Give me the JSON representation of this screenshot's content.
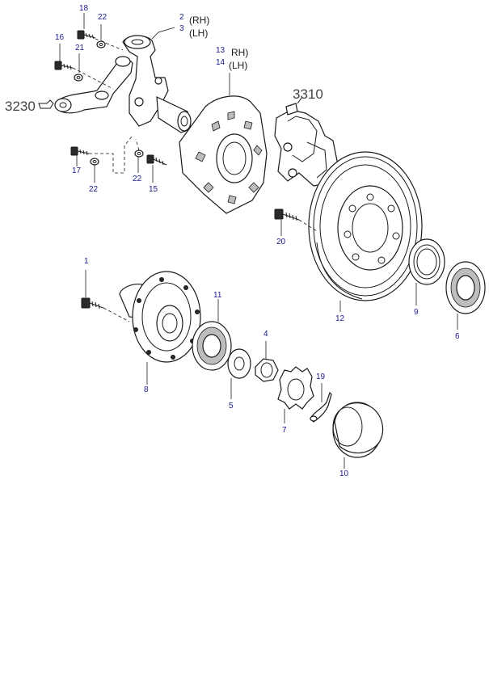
{
  "diagram": {
    "callouts": {
      "c1": "1",
      "c2": "2",
      "c3": "3",
      "c4": "4",
      "c5": "5",
      "c6": "6",
      "c7": "7",
      "c8": "8",
      "c9": "9",
      "c10": "10",
      "c11": "11",
      "c12": "12",
      "c13": "13",
      "c14": "14",
      "c15": "15",
      "c16": "16",
      "c17": "17",
      "c18": "18",
      "c19": "19",
      "c20": "20",
      "c21": "21",
      "c22a": "22",
      "c22b": "22",
      "c22c": "22"
    },
    "side_labels": {
      "knuckle_rh": "(RH)",
      "knuckle_lh": "(LH)",
      "shield_rh": "RH)",
      "shield_lh": "(LH)"
    },
    "references": {
      "steering_arm": "3230",
      "caliper": "3310"
    }
  }
}
